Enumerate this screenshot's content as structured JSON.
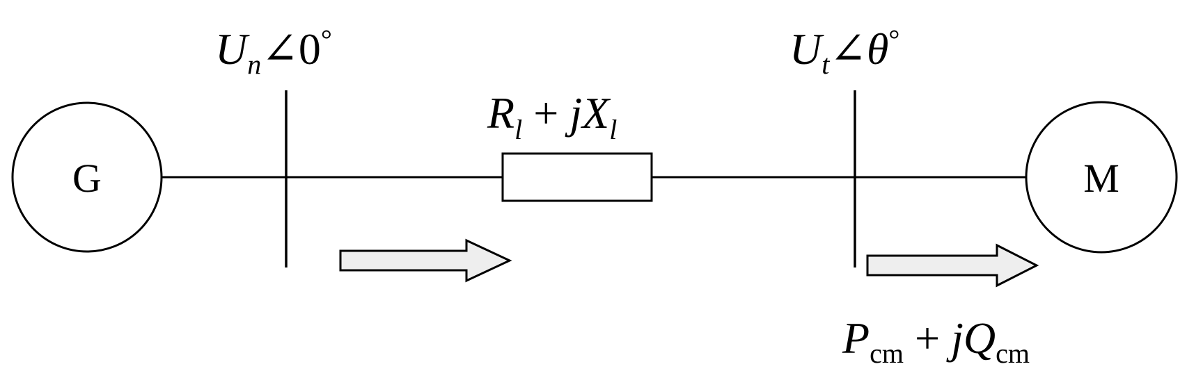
{
  "generator": {
    "label": "G"
  },
  "motor": {
    "label": "M"
  },
  "bus_left": {
    "symbol": "U",
    "subscript": "n",
    "angle_value": "0"
  },
  "bus_right": {
    "symbol": "U",
    "subscript": "t",
    "angle_value": "θ"
  },
  "line_impedance": {
    "r_symbol": "R",
    "r_subscript": "l",
    "operator": " + ",
    "x_prefix": "j",
    "x_symbol": "X",
    "x_subscript": "l"
  },
  "load_power": {
    "p_symbol": "P",
    "p_subscript": "cm",
    "operator": " + ",
    "q_prefix": "j",
    "q_symbol": "Q",
    "q_subscript": "cm"
  },
  "symbols": {
    "angle": "∠",
    "degree": "°"
  }
}
